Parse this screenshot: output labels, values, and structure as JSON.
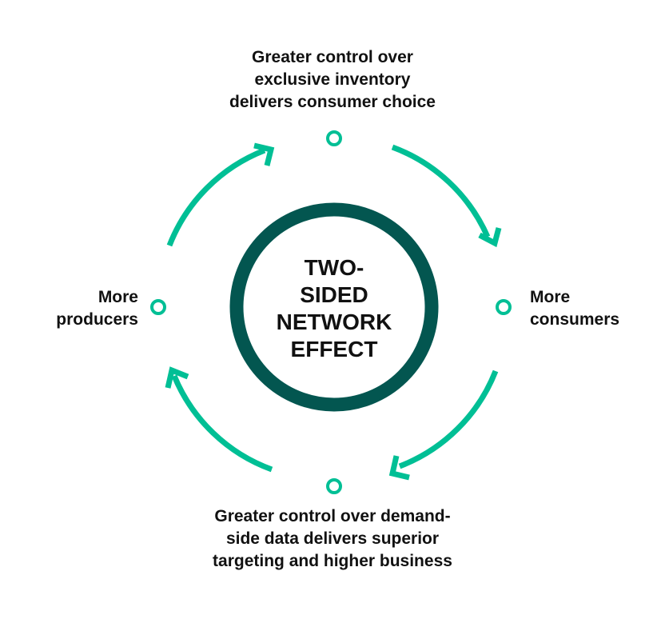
{
  "diagram": {
    "center": {
      "lines": [
        "TWO-",
        "SIDED",
        "NETWORK",
        "EFFECT"
      ]
    },
    "nodes": {
      "top": {
        "lines": [
          "Greater control over",
          "exclusive inventory",
          "delivers consumer choice"
        ]
      },
      "right": {
        "lines": [
          "More",
          "consumers"
        ]
      },
      "bottom": {
        "lines": [
          "Greater control over demand-",
          "side data delivers superior",
          "targeting and higher business"
        ]
      },
      "left": {
        "lines": [
          "More",
          "producers"
        ]
      }
    },
    "colors": {
      "accent": "#00BF95",
      "ring": "#035650",
      "text": "#111111"
    },
    "flow_direction": "clockwise"
  }
}
